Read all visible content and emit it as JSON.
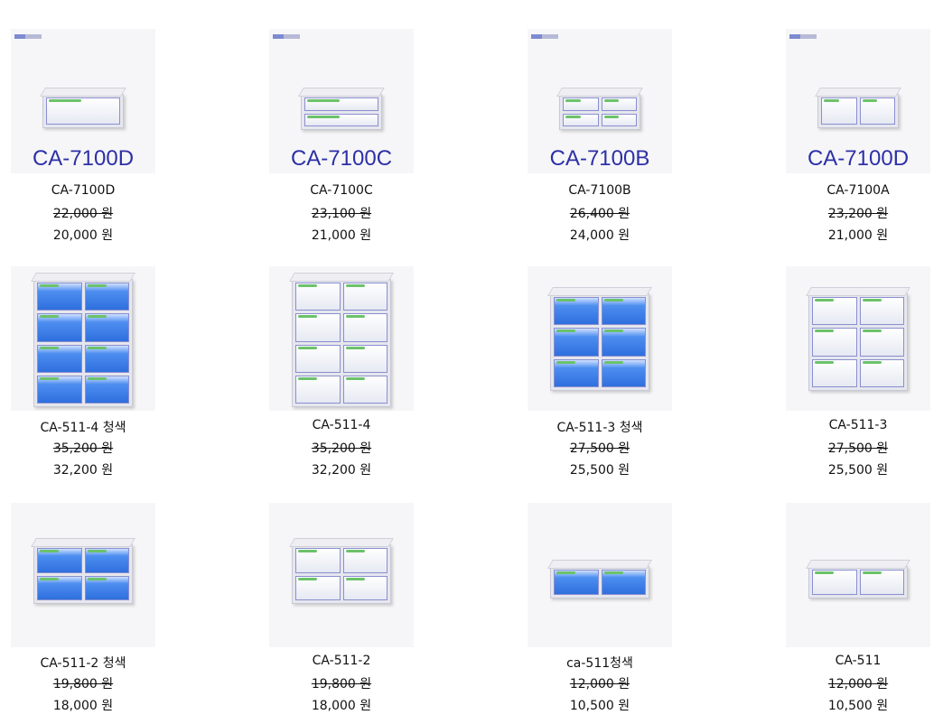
{
  "products": [
    {
      "image_label": "CA-7100D",
      "name": "CA-7100D",
      "old_price": "22,000 원",
      "price": "20,000 원",
      "rows": 1,
      "cols": 1,
      "color": "clear"
    },
    {
      "image_label": "CA-7100C",
      "name": "CA-7100C",
      "old_price": "23,100 원",
      "price": "21,000 원",
      "rows": 2,
      "cols": 1,
      "color": "clear"
    },
    {
      "image_label": "CA-7100B",
      "name": "CA-7100B",
      "old_price": "26,400 원",
      "price": "24,000 원",
      "rows": 2,
      "cols": 2,
      "color": "clear"
    },
    {
      "image_label": "CA-7100D",
      "name": "CA-7100A",
      "old_price": "23,200 원",
      "price": "21,000 원",
      "rows": 1,
      "cols": 2,
      "color": "clear"
    },
    {
      "name": "CA-511-4 청색",
      "old_price": "35,200 원",
      "price": "32,200 원",
      "rows": 4,
      "cols": 2,
      "color": "blue"
    },
    {
      "name": "CA-511-4",
      "old_price": "35,200 원",
      "price": "32,200 원",
      "rows": 4,
      "cols": 2,
      "color": "clear"
    },
    {
      "name": "CA-511-3 청색",
      "old_price": "27,500 원",
      "price": "25,500 원",
      "rows": 3,
      "cols": 2,
      "color": "blue"
    },
    {
      "name": "CA-511-3",
      "old_price": "27,500 원",
      "price": "25,500 원",
      "rows": 3,
      "cols": 2,
      "color": "clear"
    },
    {
      "name": "CA-511-2 청색",
      "old_price": "19,800 원",
      "price": "18,000 원",
      "rows": 2,
      "cols": 2,
      "color": "blue"
    },
    {
      "name": "CA-511-2",
      "old_price": "19,800 원",
      "price": "18,000 원",
      "rows": 2,
      "cols": 2,
      "color": "clear"
    },
    {
      "name": "ca-511청색",
      "old_price": "12,000 원",
      "price": "10,500 원",
      "rows": 1,
      "cols": 2,
      "color": "blue"
    },
    {
      "name": "CA-511",
      "old_price": "12,000 원",
      "price": "10,500 원",
      "rows": 1,
      "cols": 2,
      "color": "clear"
    }
  ]
}
